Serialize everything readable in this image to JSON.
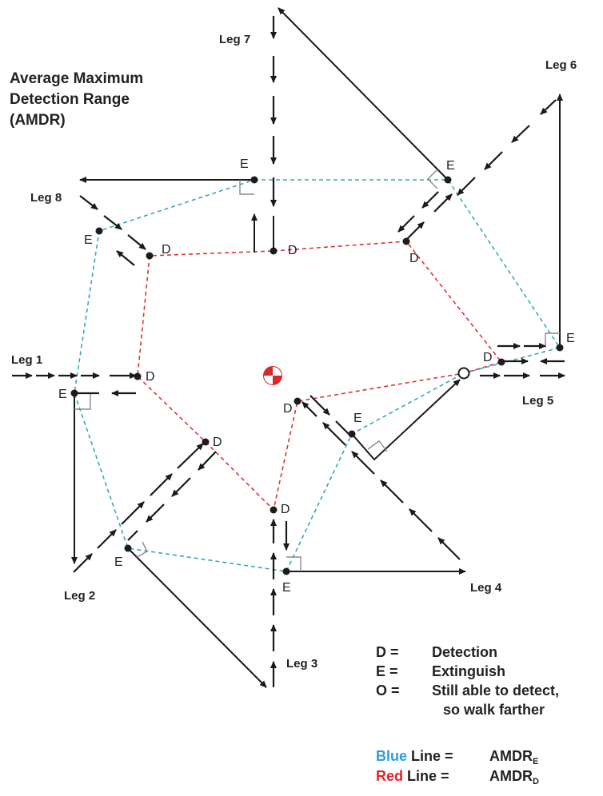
{
  "title": {
    "line1": "Average Maximum",
    "line2": "Detection Range",
    "line3": "(AMDR)"
  },
  "legs": [
    {
      "id": "leg1",
      "label": "Leg 1"
    },
    {
      "id": "leg2",
      "label": "Leg 2"
    },
    {
      "id": "leg3",
      "label": "Leg 3"
    },
    {
      "id": "leg4",
      "label": "Leg 4"
    },
    {
      "id": "leg5",
      "label": "Leg 5"
    },
    {
      "id": "leg6",
      "label": "Leg 6"
    },
    {
      "id": "leg7",
      "label": "Leg 7"
    },
    {
      "id": "leg8",
      "label": "Leg 8"
    }
  ],
  "point_labels": {
    "detection": "D",
    "extinguish": "E"
  },
  "key": [
    {
      "code": "D =",
      "text": "Detection"
    },
    {
      "code": "E =",
      "text": "Extinguish"
    },
    {
      "code": "O =",
      "text": "Still able to detect,",
      "text2": "so walk farther"
    }
  ],
  "line_key": {
    "blue_word": "Blue",
    "blue_rest": " Line =",
    "blue_value": "AMDR",
    "blue_sub": "E",
    "red_word": "Red",
    "red_rest": " Line =",
    "red_value": "AMDR",
    "red_sub": "D"
  },
  "colors": {
    "blue_line": "#3aa6b9",
    "red_line": "#d9343a",
    "arrow": "#1a1a1a",
    "point": "#1c1c1c",
    "center": "#d62a2a",
    "blue_text": "#2b9fd6",
    "red_text": "#e0262b"
  }
}
